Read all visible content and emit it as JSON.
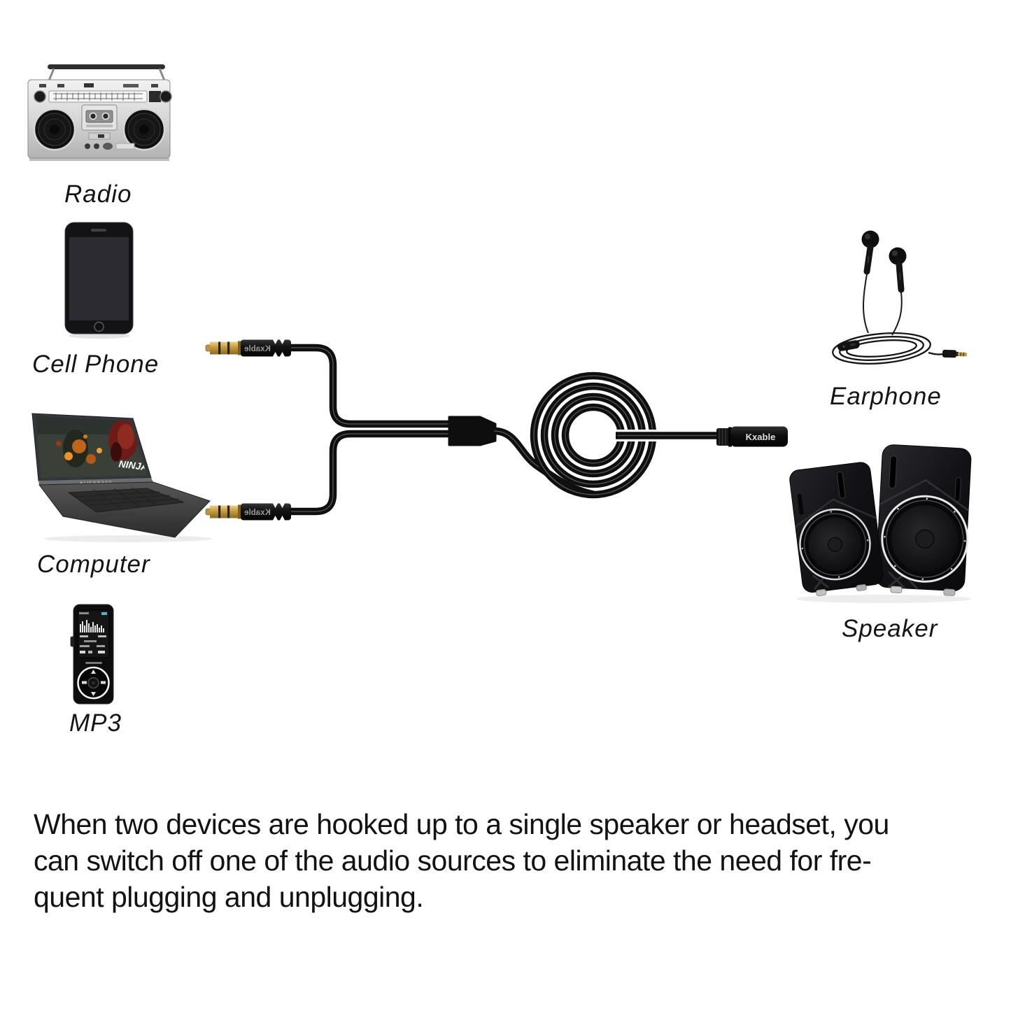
{
  "labels": {
    "radio": "Radio",
    "cell_phone": "Cell Phone",
    "computer": "Computer",
    "mp3": "MP3",
    "earphone": "Earphone",
    "speaker": "Speaker"
  },
  "cable": {
    "brand": "Kxable",
    "male_plug_brand": "Kxable",
    "female_jack_brand": "Kxable",
    "cable_color": "#0f0f0f",
    "gold_plug_color": "#c49a3c"
  },
  "computer_screen": {
    "game_logo": "NINJA",
    "bezel_text": "ALIENWARE"
  },
  "description": {
    "text": "When two devices are hooked up to a single speaker or headset, you\ncan switch off one of the audio sources to eliminate the need for fre-\nquent plugging and unplugging."
  },
  "colors": {
    "background": "#ffffff",
    "text": "#121212"
  }
}
